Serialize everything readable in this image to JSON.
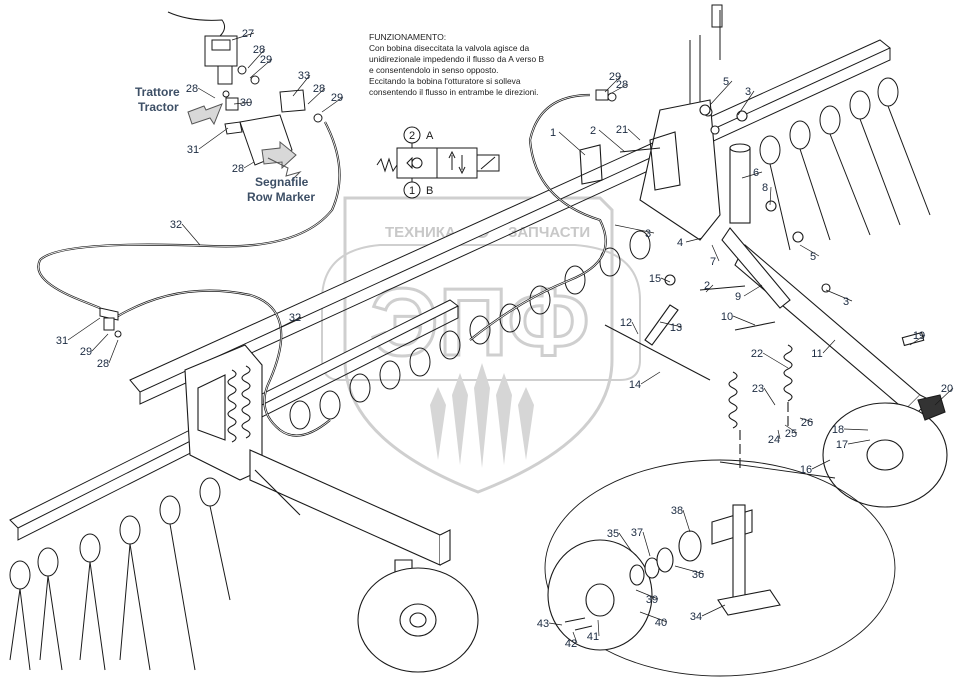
{
  "operation_note": {
    "title": "FUNZIONAMENTO:",
    "lines": [
      "Con bobina diseccitata la valvola agisce da",
      "unidirezionale impedendo il flusso da A verso B",
      "e consentendolo in senso opposto.",
      "Eccitando la bobina l'otturatore si solleva",
      "consentendo il flusso in entrambe le direzioni."
    ]
  },
  "labels": {
    "tractor_it": "Trattore",
    "tractor_en": "Tractor",
    "marker_it": "Segnafile",
    "marker_en": "Row Marker"
  },
  "valve_symbol": {
    "port_a_num": "2",
    "port_a": "A",
    "port_b_num": "1",
    "port_b": "B"
  },
  "watermark": {
    "left": "ТЕХНИКА",
    "right": "ЗАПЧАСТИ",
    "logo": "ЭПФ"
  },
  "callouts": [
    {
      "n": "1"
    },
    {
      "n": "2"
    },
    {
      "n": "2"
    },
    {
      "n": "3"
    },
    {
      "n": "3"
    },
    {
      "n": "3"
    },
    {
      "n": "4"
    },
    {
      "n": "5"
    },
    {
      "n": "5"
    },
    {
      "n": "6"
    },
    {
      "n": "7"
    },
    {
      "n": "8"
    },
    {
      "n": "9"
    },
    {
      "n": "10"
    },
    {
      "n": "11"
    },
    {
      "n": "12"
    },
    {
      "n": "13"
    },
    {
      "n": "14"
    },
    {
      "n": "15"
    },
    {
      "n": "16"
    },
    {
      "n": "17"
    },
    {
      "n": "18"
    },
    {
      "n": "19"
    },
    {
      "n": "20"
    },
    {
      "n": "21"
    },
    {
      "n": "22"
    },
    {
      "n": "23"
    },
    {
      "n": "24"
    },
    {
      "n": "25"
    },
    {
      "n": "26"
    },
    {
      "n": "27"
    },
    {
      "n": "28"
    },
    {
      "n": "28"
    },
    {
      "n": "28"
    },
    {
      "n": "28"
    },
    {
      "n": "28"
    },
    {
      "n": "28"
    },
    {
      "n": "29"
    },
    {
      "n": "29"
    },
    {
      "n": "29"
    },
    {
      "n": "29"
    },
    {
      "n": "30"
    },
    {
      "n": "31"
    },
    {
      "n": "31"
    },
    {
      "n": "32"
    },
    {
      "n": "32"
    },
    {
      "n": "33"
    },
    {
      "n": "34"
    },
    {
      "n": "35"
    },
    {
      "n": "36"
    },
    {
      "n": "37"
    },
    {
      "n": "38"
    },
    {
      "n": "39"
    },
    {
      "n": "40"
    },
    {
      "n": "41"
    },
    {
      "n": "42"
    },
    {
      "n": "43"
    }
  ],
  "colors": {
    "line": "#1a1a1a",
    "callout_text": "#1b2a40",
    "label_text": "#3d4f66",
    "watermark": "#c8c8c8",
    "hose": "#555555"
  }
}
